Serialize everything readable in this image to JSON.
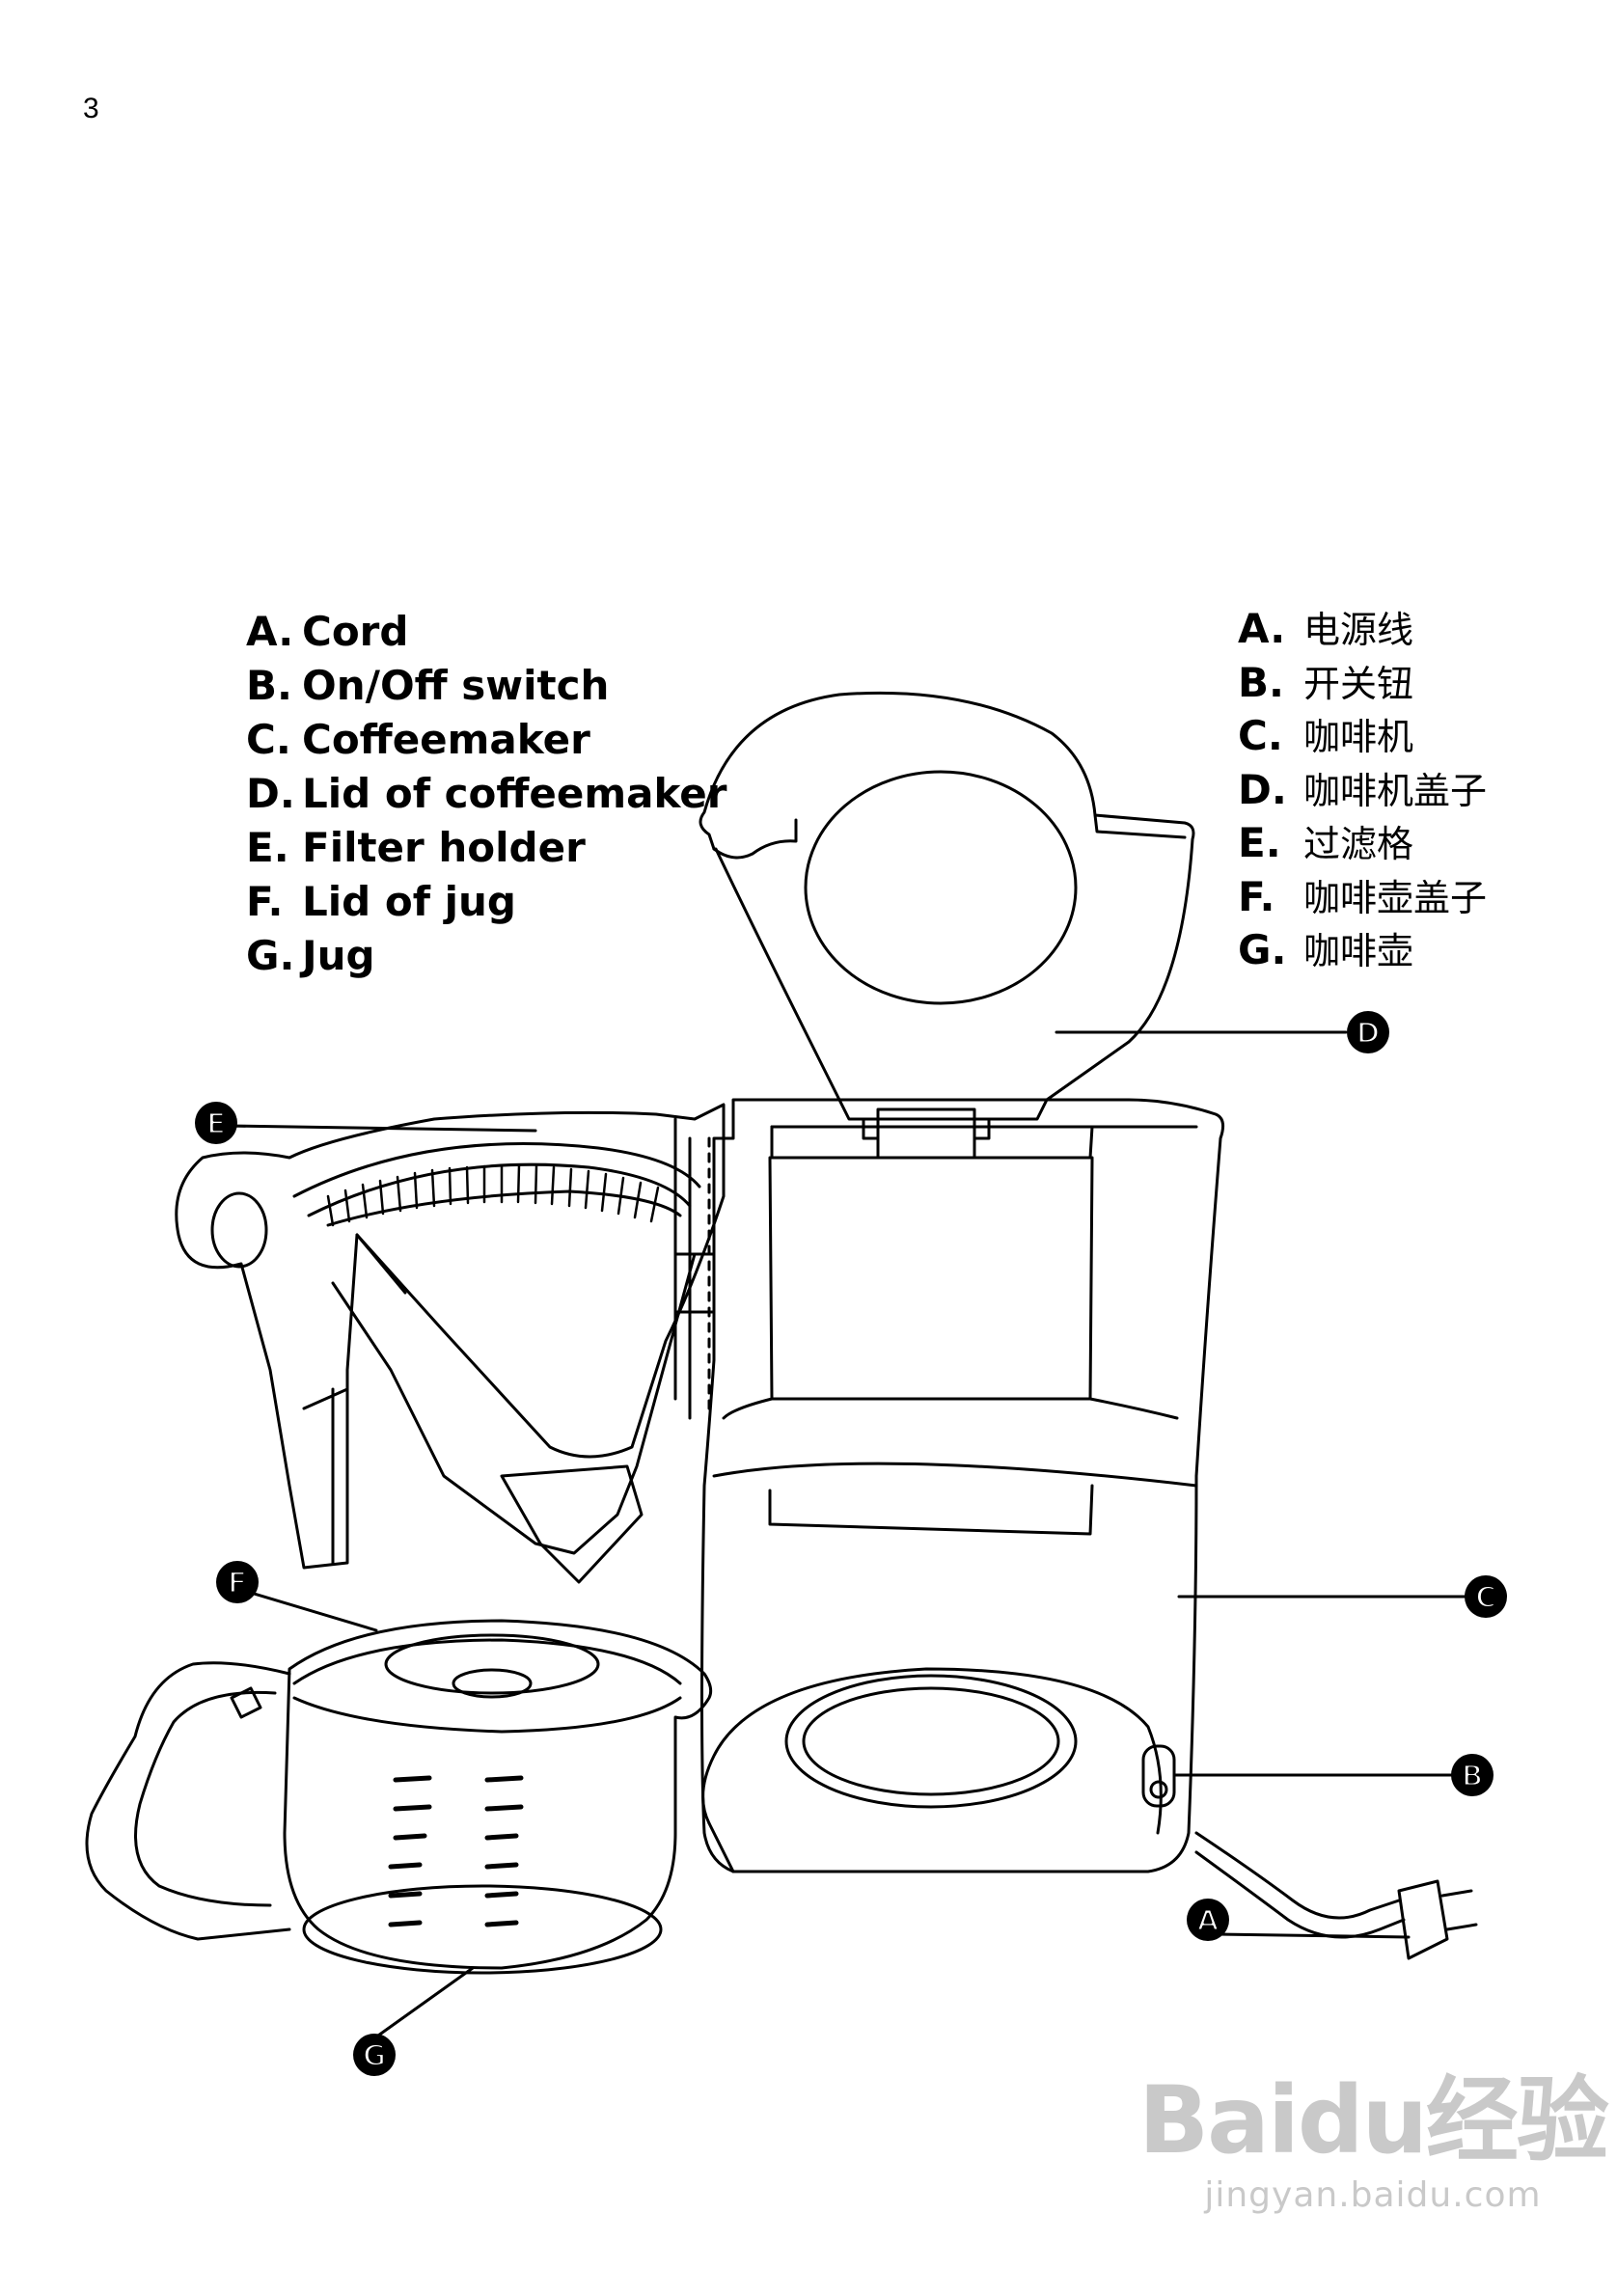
{
  "page_number": "3",
  "legend_en": [
    {
      "letter": "A.",
      "text": "Cord"
    },
    {
      "letter": "B.",
      "text": "On/Off switch"
    },
    {
      "letter": "C.",
      "text": "Coffeemaker"
    },
    {
      "letter": "D.",
      "text": "Lid of coffeemaker"
    },
    {
      "letter": "E.",
      "text": "Filter holder"
    },
    {
      "letter": "F.",
      "text": "Lid of jug"
    },
    {
      "letter": "G.",
      "text": "Jug"
    }
  ],
  "legend_zh": [
    {
      "letter": "A.",
      "text": "电源线"
    },
    {
      "letter": "B.",
      "text": "开关钮"
    },
    {
      "letter": "C.",
      "text": "咖啡机"
    },
    {
      "letter": "D.",
      "text": "咖啡机盖子"
    },
    {
      "letter": "E.",
      "text": "过滤格"
    },
    {
      "letter": "F.",
      "text": "咖啡壶盖子"
    },
    {
      "letter": "G.",
      "text": "咖啡壶"
    }
  ],
  "callouts": {
    "a": "A",
    "b": "B",
    "c": "C",
    "d": "D",
    "e": "E",
    "f": "F",
    "g": "G"
  },
  "watermark": {
    "brand": "Baidu经验",
    "url": "jingyan.baidu.com"
  }
}
